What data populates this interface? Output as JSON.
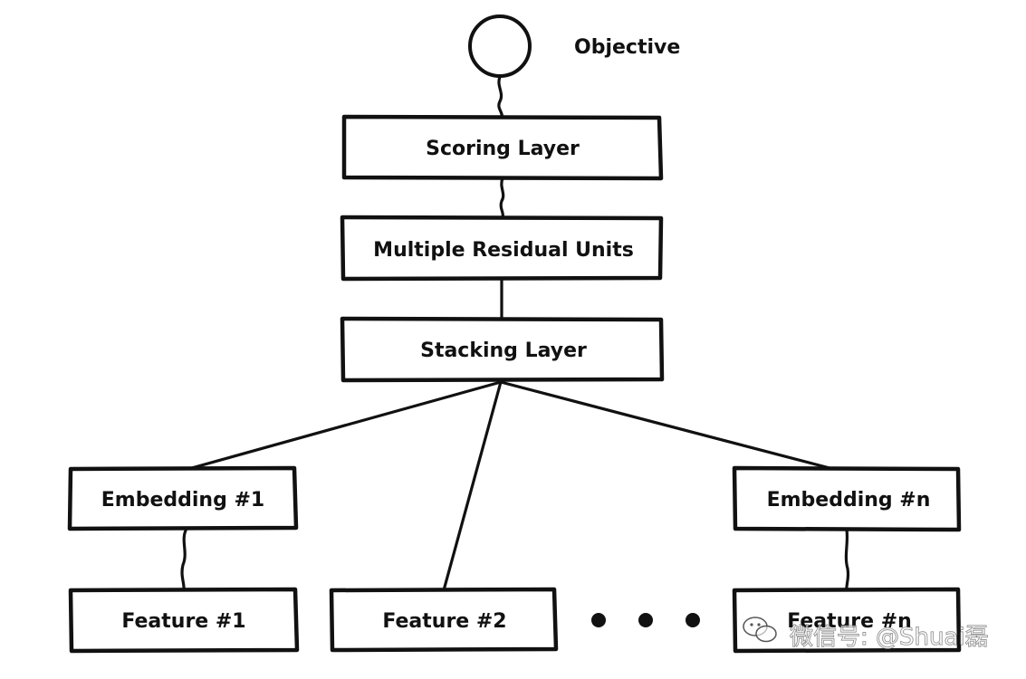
{
  "objective": {
    "label": "Objective"
  },
  "nodes": {
    "scoring": "Scoring Layer",
    "residual": "Multiple Residual Units",
    "stacking": "Stacking Layer",
    "embedding_1": "Embedding #1",
    "embedding_n": "Embedding #n",
    "feature_1": "Feature #1",
    "feature_2": "Feature #2",
    "feature_n": "Feature #n"
  },
  "watermark": {
    "text": "微信号: @Shuai磊"
  },
  "colors": {
    "stroke": "#111111",
    "background": "#ffffff"
  }
}
